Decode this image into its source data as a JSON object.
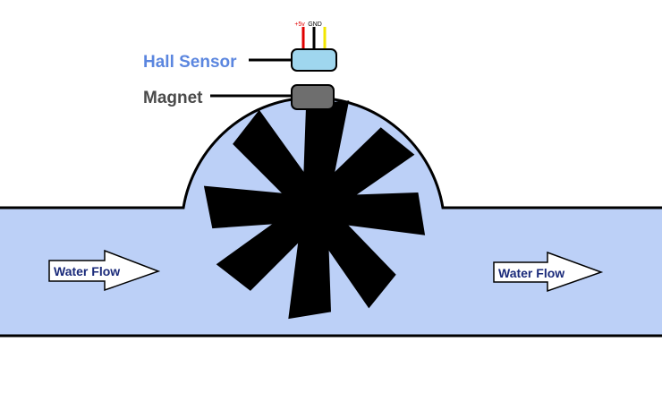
{
  "labels": {
    "hall_sensor": "Hall Sensor",
    "magnet": "Magnet",
    "water_flow_left": "Water Flow",
    "water_flow_right": "Water Flow"
  },
  "wires": {
    "vcc_label": "+5v",
    "gnd_label": "GND"
  },
  "colors": {
    "water": "#bcd0f7",
    "outline": "#000000",
    "hall_label": "#5b86df",
    "magnet_label": "#4a4a4a",
    "sensor_fill": "#9fd6ee",
    "magnet_fill": "#6e6e6e",
    "flow_text": "#1a2a7a",
    "wire_vcc": "#e00000",
    "wire_gnd": "#000000",
    "wire_signal": "#f2e600",
    "rotor": "#000000"
  },
  "icons": {
    "sensor": "hall-sensor-icon",
    "magnet": "magnet-icon",
    "rotor": "turbine-rotor-icon",
    "flow_arrow": "right-arrow-icon"
  }
}
